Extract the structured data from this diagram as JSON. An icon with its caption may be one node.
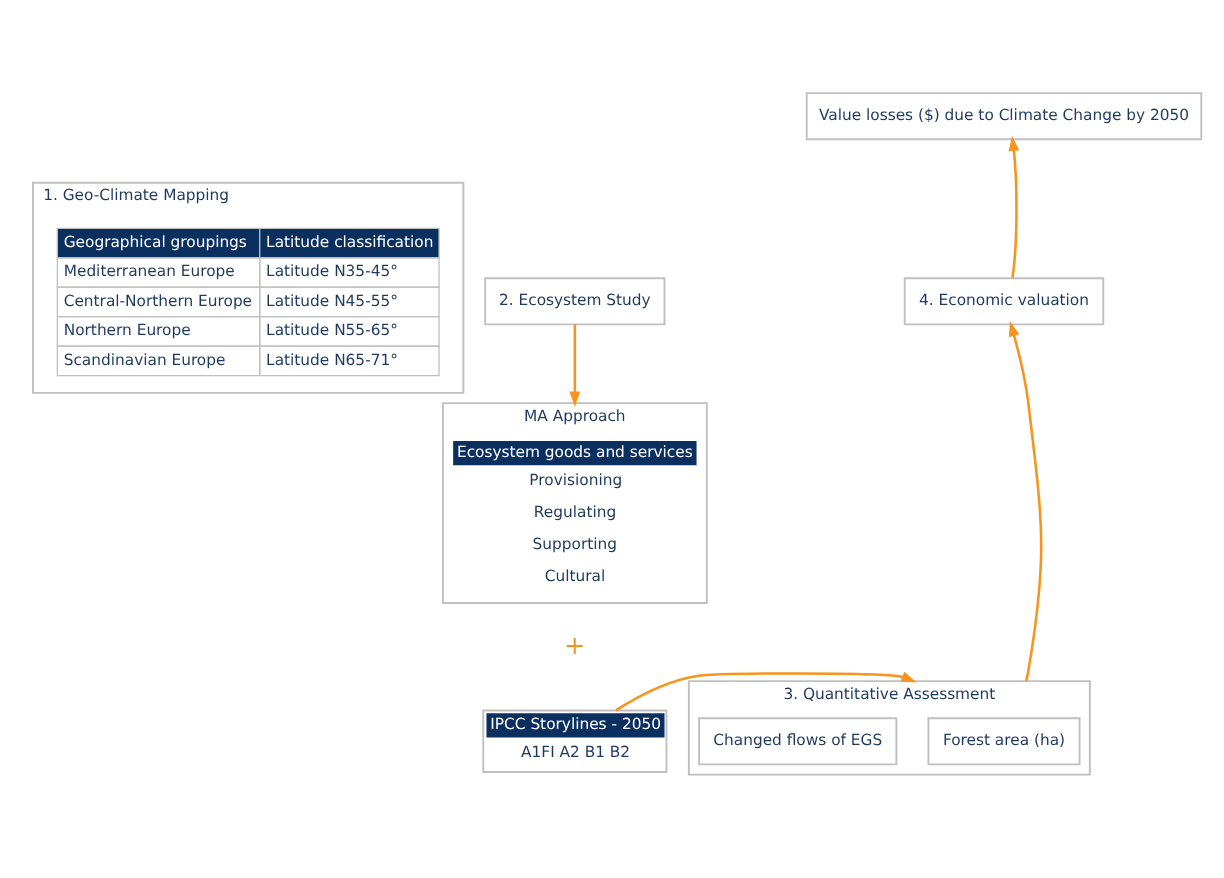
{
  "diagram": {
    "nodes": [
      {
        "text": [
          "1. Geo-Climate Mapping"
        ]
      },
      {
        "text": [
          "2. Ecosystem Study"
        ]
      },
      {
        "text": [
          "MA Approach"
        ]
      },
      {
        "text": [
          "Ecosystem goods and services",
          "Provisioning",
          "Regulating",
          "Supporting",
          "Cultural"
        ],
        "in": 2
      },
      {
        "text": [
          "Value losses ($) due to Climate Change by 2050"
        ]
      },
      {
        "text": [
          "4. Economic valuation"
        ]
      },
      {
        "text": [
          "3. Quantitative Assessment"
        ]
      },
      {
        "text": [
          "Forest area (ha)"
        ],
        "in": 6
      },
      {
        "text": [
          "Changed flows of EGS"
        ],
        "in": 6
      },
      {
        "text": [
          "IPCC Storylines - 2050",
          "A1FI A2 B1 B2"
        ]
      }
    ],
    "edges": [
      {
        "from": 1,
        "to": 2,
        "arrow": "to"
      },
      {
        "from": 5,
        "to": 4,
        "arrow": "to"
      },
      {
        "from": 6,
        "to": 5,
        "arrow": "to"
      },
      {
        "from": 9,
        "to": 6,
        "arrow": "to"
      }
    ],
    "labels": [
      "Geographical groupings",
      "Latitude classification",
      "Mediterranean Europe",
      "Latitude N35-45°",
      "Central-Northern Europe",
      "Latitude N45-55°",
      "Northern Europe",
      "Latitude N55-65°",
      "Scandinavian Europe",
      "Latitude N65-71°",
      "+"
    ]
  }
}
